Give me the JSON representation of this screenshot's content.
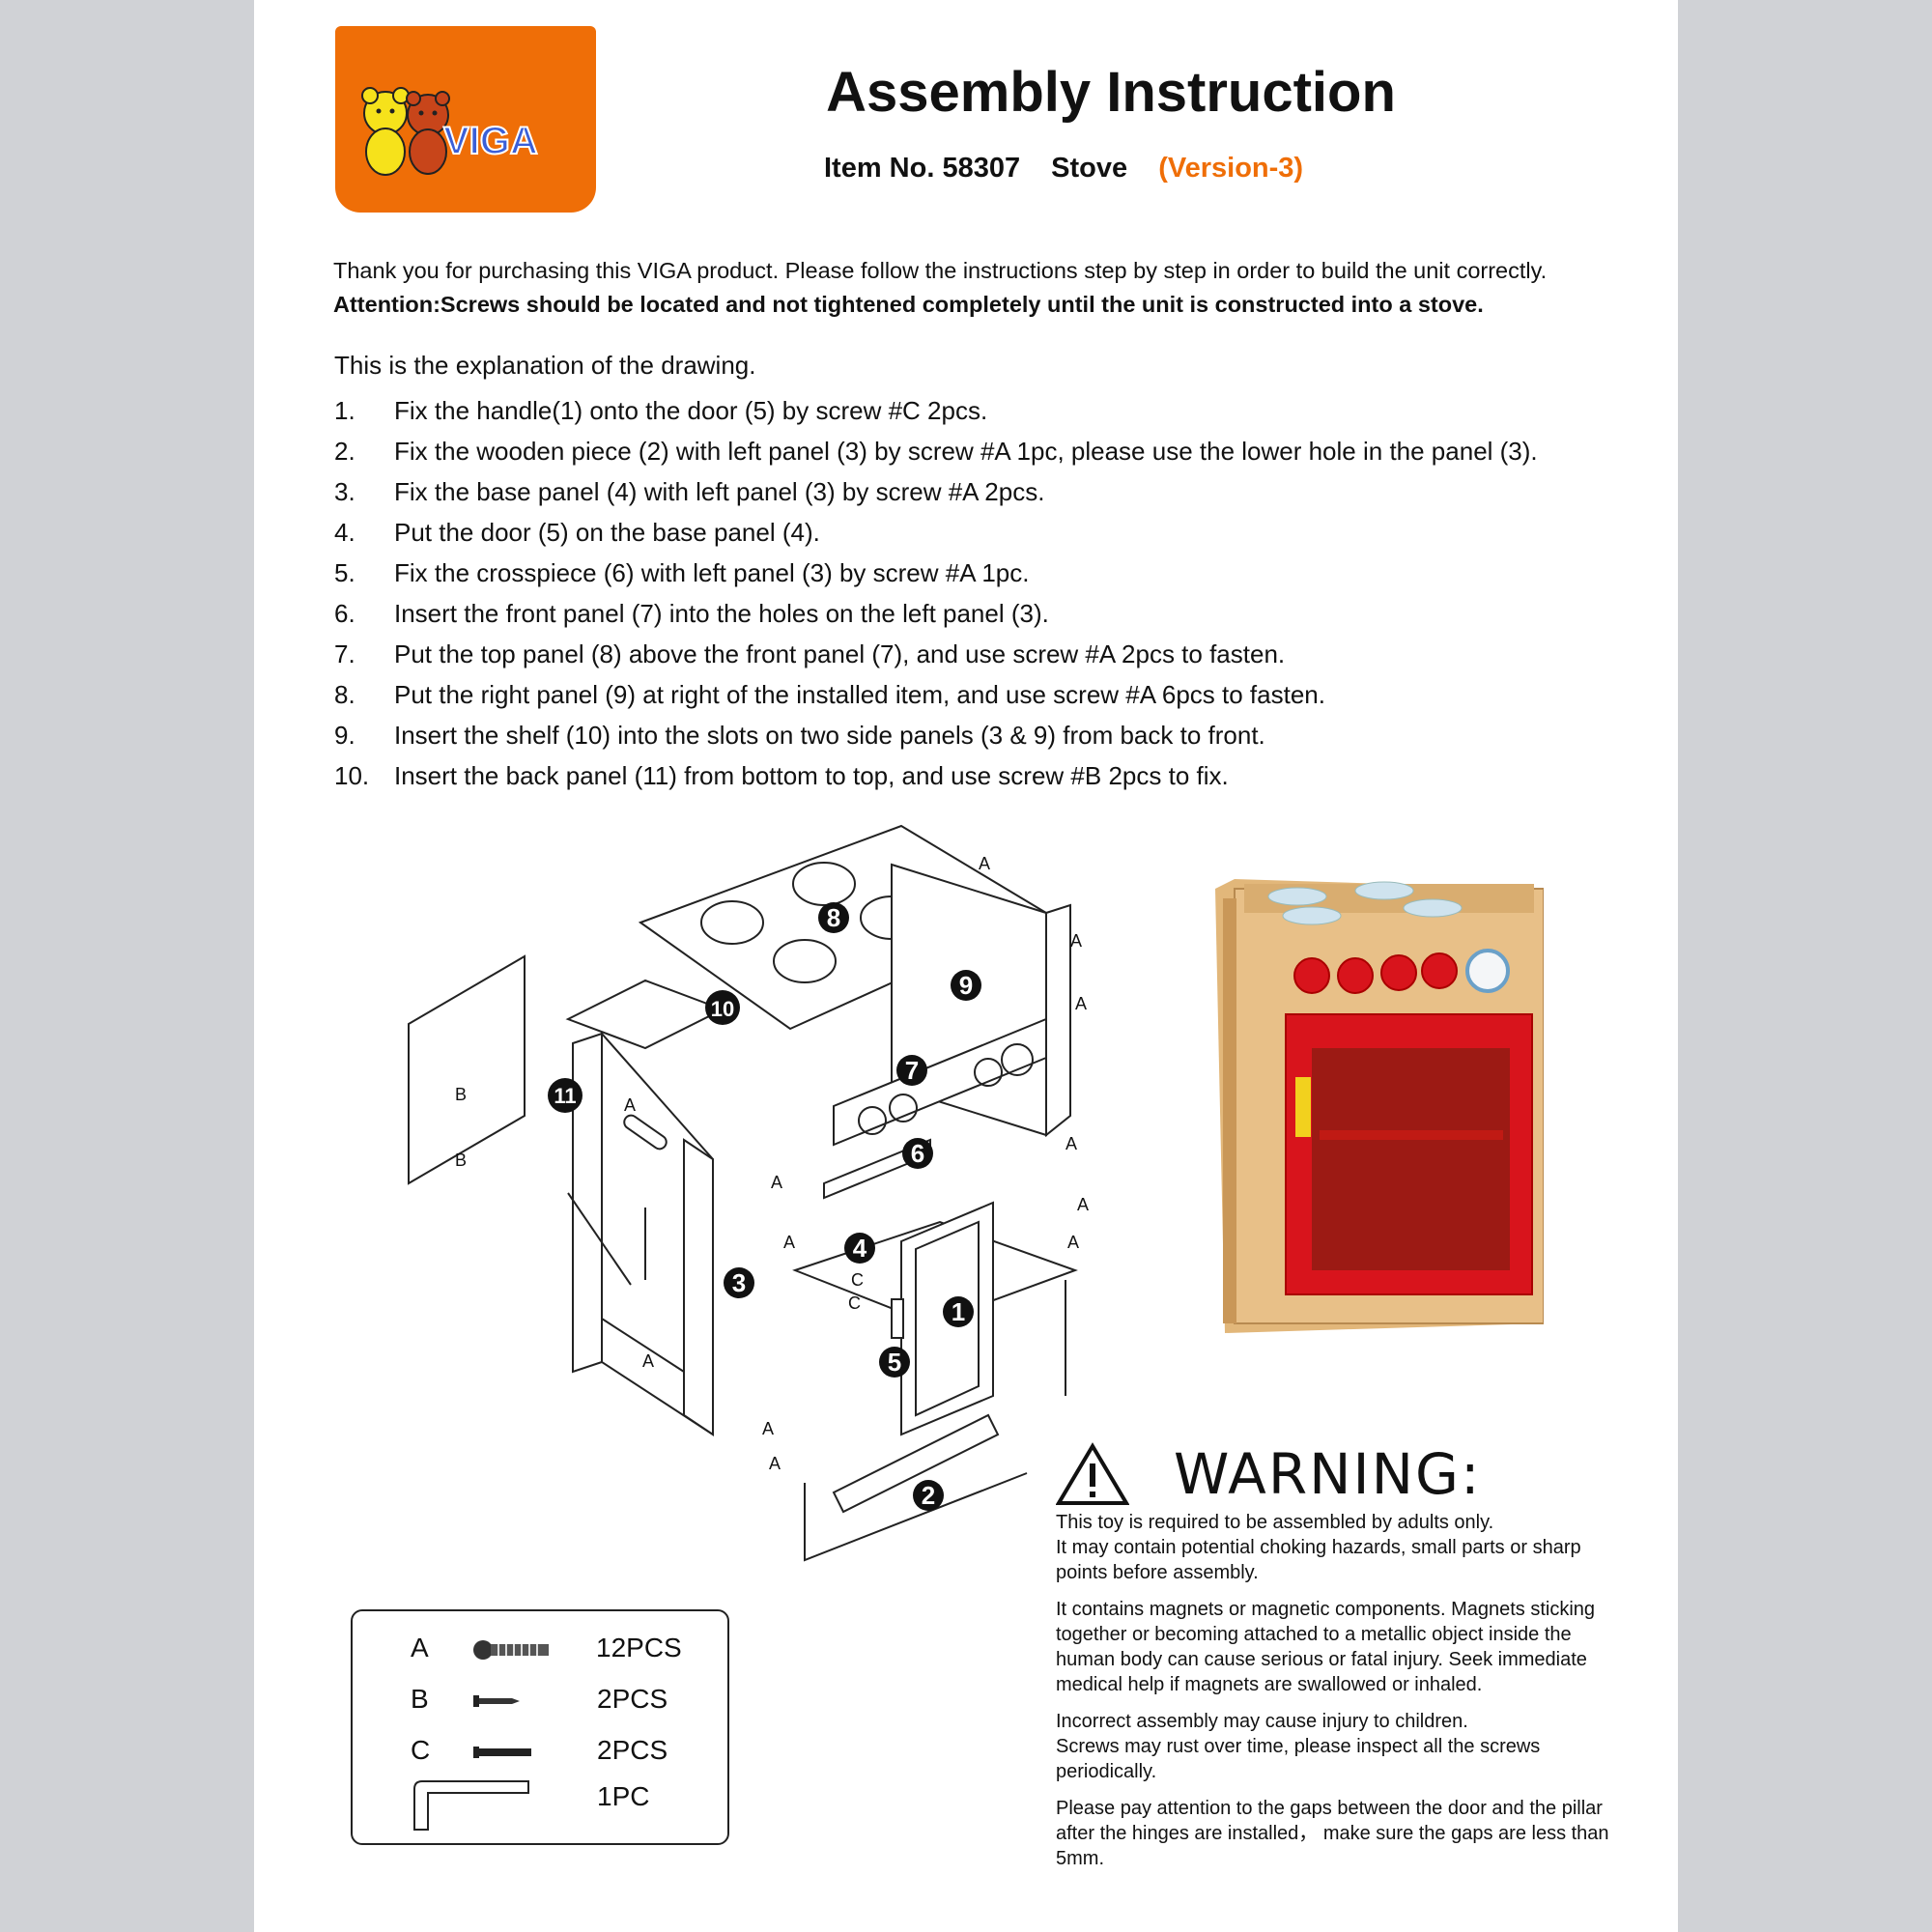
{
  "logo": {
    "text": "VIGA"
  },
  "header": {
    "title": "Assembly Instruction",
    "item_no": "Item No. 58307",
    "product": "Stove",
    "version": "(Version-3)"
  },
  "intro": {
    "thanks": "Thank you for purchasing this VIGA product. Please follow the instructions step by step in order to build the unit correctly.",
    "attention": "Attention:Screws should be located and not tightened completely until the unit is constructed into a stove."
  },
  "explanation": "This is the explanation of the drawing.",
  "steps": [
    {
      "num": "1.",
      "text": "Fix the handle(1) onto the door (5) by screw #C 2pcs."
    },
    {
      "num": "2.",
      "text": "Fix the wooden piece (2) with left panel (3) by screw #A 1pc, please use the lower hole in the panel (3)."
    },
    {
      "num": "3.",
      "text": "Fix the base panel (4) with left panel (3) by screw #A 2pcs."
    },
    {
      "num": "4.",
      "text": "Put the door (5) on the base panel (4)."
    },
    {
      "num": "5.",
      "text": "Fix the crosspiece (6) with left panel (3) by screw #A 1pc."
    },
    {
      "num": "6.",
      "text": "Insert the front panel (7) into the holes on the left panel (3)."
    },
    {
      "num": "7.",
      "text": "Put the top panel (8) above the front panel (7), and use screw #A 2pcs to fasten."
    },
    {
      "num": "8.",
      "text": "Put the right panel (9) at right of the installed item, and use screw #A 6pcs to fasten."
    },
    {
      "num": "9.",
      "text": "Insert the shelf (10) into the slots on two side panels (3 & 9) from back to front."
    },
    {
      "num": "10.",
      "text": "Insert the back panel (11) from bottom to top, and use screw #B 2pcs to fix."
    }
  ],
  "diagram": {
    "part_numbers": [
      "1",
      "2",
      "3",
      "4",
      "5",
      "6",
      "7",
      "8",
      "9",
      "10",
      "11"
    ],
    "screw_labels": {
      "a": "A",
      "b": "B",
      "c": "C"
    }
  },
  "warning": {
    "icon": "warning-triangle-icon",
    "title": "WARNING:",
    "paragraphs": [
      "This toy is required to be assembled by adults only.\nIt may contain potential choking hazards, small parts or sharp points before assembly.",
      "It contains magnets or magnetic components.  Magnets sticking together or becoming attached to  a metallic object inside the human body can cause serious or fatal injury.  Seek immediate medical help if magnets are swallowed  or inhaled.",
      "Incorrect assembly may cause injury to children.\nScrews may rust over time, please inspect all the screws periodically.",
      "Please pay attention to the gaps between the door and the pillar after the hinges are installed， make sure the gaps are less than 5mm."
    ]
  },
  "parts": [
    {
      "letter": "A",
      "qty": "12PCS",
      "icon": "screw-a-icon"
    },
    {
      "letter": "B",
      "qty": "2PCS",
      "icon": "screw-b-icon"
    },
    {
      "letter": "C",
      "qty": "2PCS",
      "icon": "screw-c-icon"
    },
    {
      "letter": "",
      "qty": "1PC",
      "icon": "allen-key-icon"
    }
  ],
  "colors": {
    "brand_orange": "#ef6e07",
    "stove_red": "#d8141c",
    "wood": "#e2b77a"
  }
}
